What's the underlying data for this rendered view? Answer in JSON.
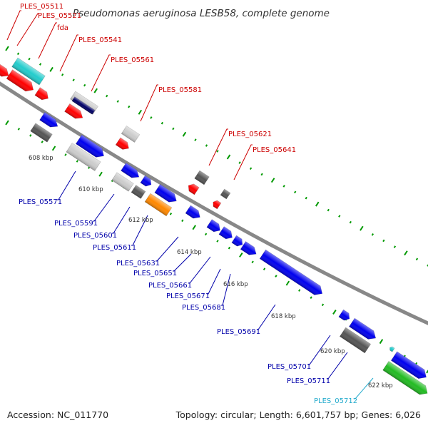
{
  "title": "Pseudomonas aeruginosa LESB58, complete genome",
  "footer": {
    "accession": "Accession: NC_011770",
    "topology": "Topology: circular; Length: 6,601,757 bp; Genes: 6,026"
  },
  "colors": {
    "red": "#ff0000",
    "blue": "#0000ee",
    "cyan": "#22cccc",
    "gray": "#888888",
    "darkgray": "#555555",
    "lightgray": "#cccccc",
    "navy": "#000066",
    "orange": "#ff8800",
    "green": "#22bb22",
    "label_red": "#cc0000",
    "label_blue": "#0000aa",
    "label_cyan": "#22aacc",
    "tick_green": "#009900",
    "backbone": "#888888"
  },
  "kbp_ticks": [
    "608 kbp",
    "610 kbp",
    "612 kbp",
    "614 kbp",
    "616 kbp",
    "618 kbp",
    "620 kbp",
    "622 kbp"
  ],
  "outer_labels": [
    "PLES_05511",
    "PLES_05521",
    "fda",
    "PLES_05541",
    "PLES_05561",
    "PLES_05581",
    "PLES_05621",
    "PLES_05641"
  ],
  "inner_labels": [
    "PLES_05571",
    "PLES_05591",
    "PLES_05601",
    "PLES_05611",
    "PLES_05631",
    "PLES_05651",
    "PLES_05661",
    "PLES_05671",
    "PLES_05681",
    "PLES_05691",
    "PLES_05701",
    "PLES_05711",
    "PLES_05712"
  ]
}
